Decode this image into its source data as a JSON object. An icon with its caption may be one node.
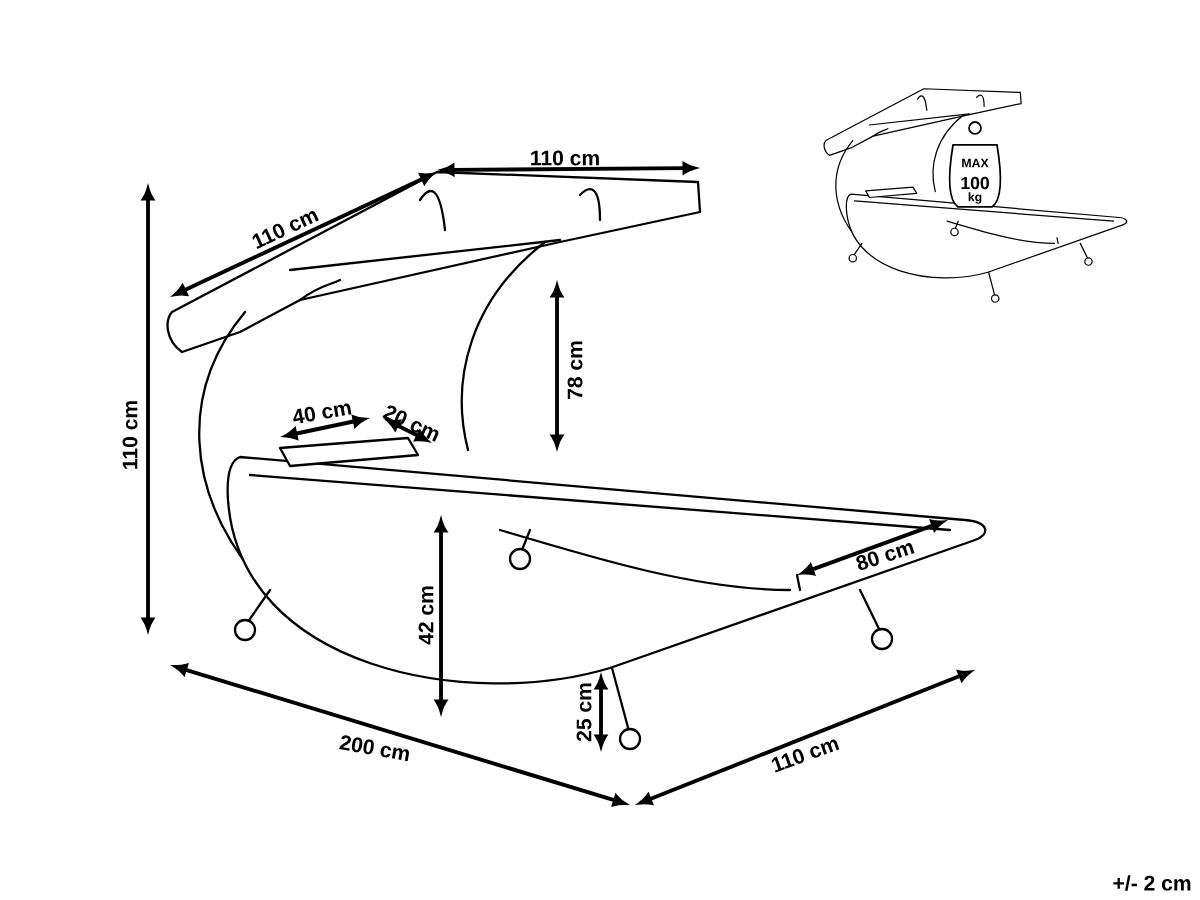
{
  "diagram": {
    "labels": [
      "110 cm",
      "110 cm",
      "MAX",
      "100",
      "kg",
      "110 cm",
      "78 cm",
      "40 cm",
      "20 cm",
      "80 cm",
      "42 cm",
      "25 cm",
      "200 cm",
      "110 cm",
      "+/- 2 cm"
    ]
  }
}
